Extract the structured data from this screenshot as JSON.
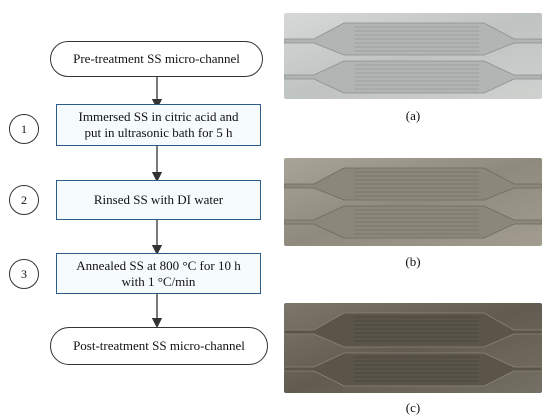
{
  "flowchart": {
    "start": "Pre-treatment SS micro-channel",
    "steps": [
      {
        "num": "1",
        "line1": "Immersed SS in citric acid and",
        "line2": "put in ultrasonic bath for 5 h"
      },
      {
        "num": "2",
        "line1": "Rinsed SS with DI water",
        "line2": ""
      },
      {
        "num": "3",
        "line1": "Annealed SS at 800 °C for 10 h",
        "line2": "with 1 °C/min"
      }
    ],
    "end": "Post-treatment SS micro-channel"
  },
  "photos": [
    {
      "caption": "(a)",
      "tone": "#c9ccc9"
    },
    {
      "caption": "(b)",
      "tone": "#9a958a"
    },
    {
      "caption": "(c)",
      "tone": "#6e675c"
    }
  ]
}
